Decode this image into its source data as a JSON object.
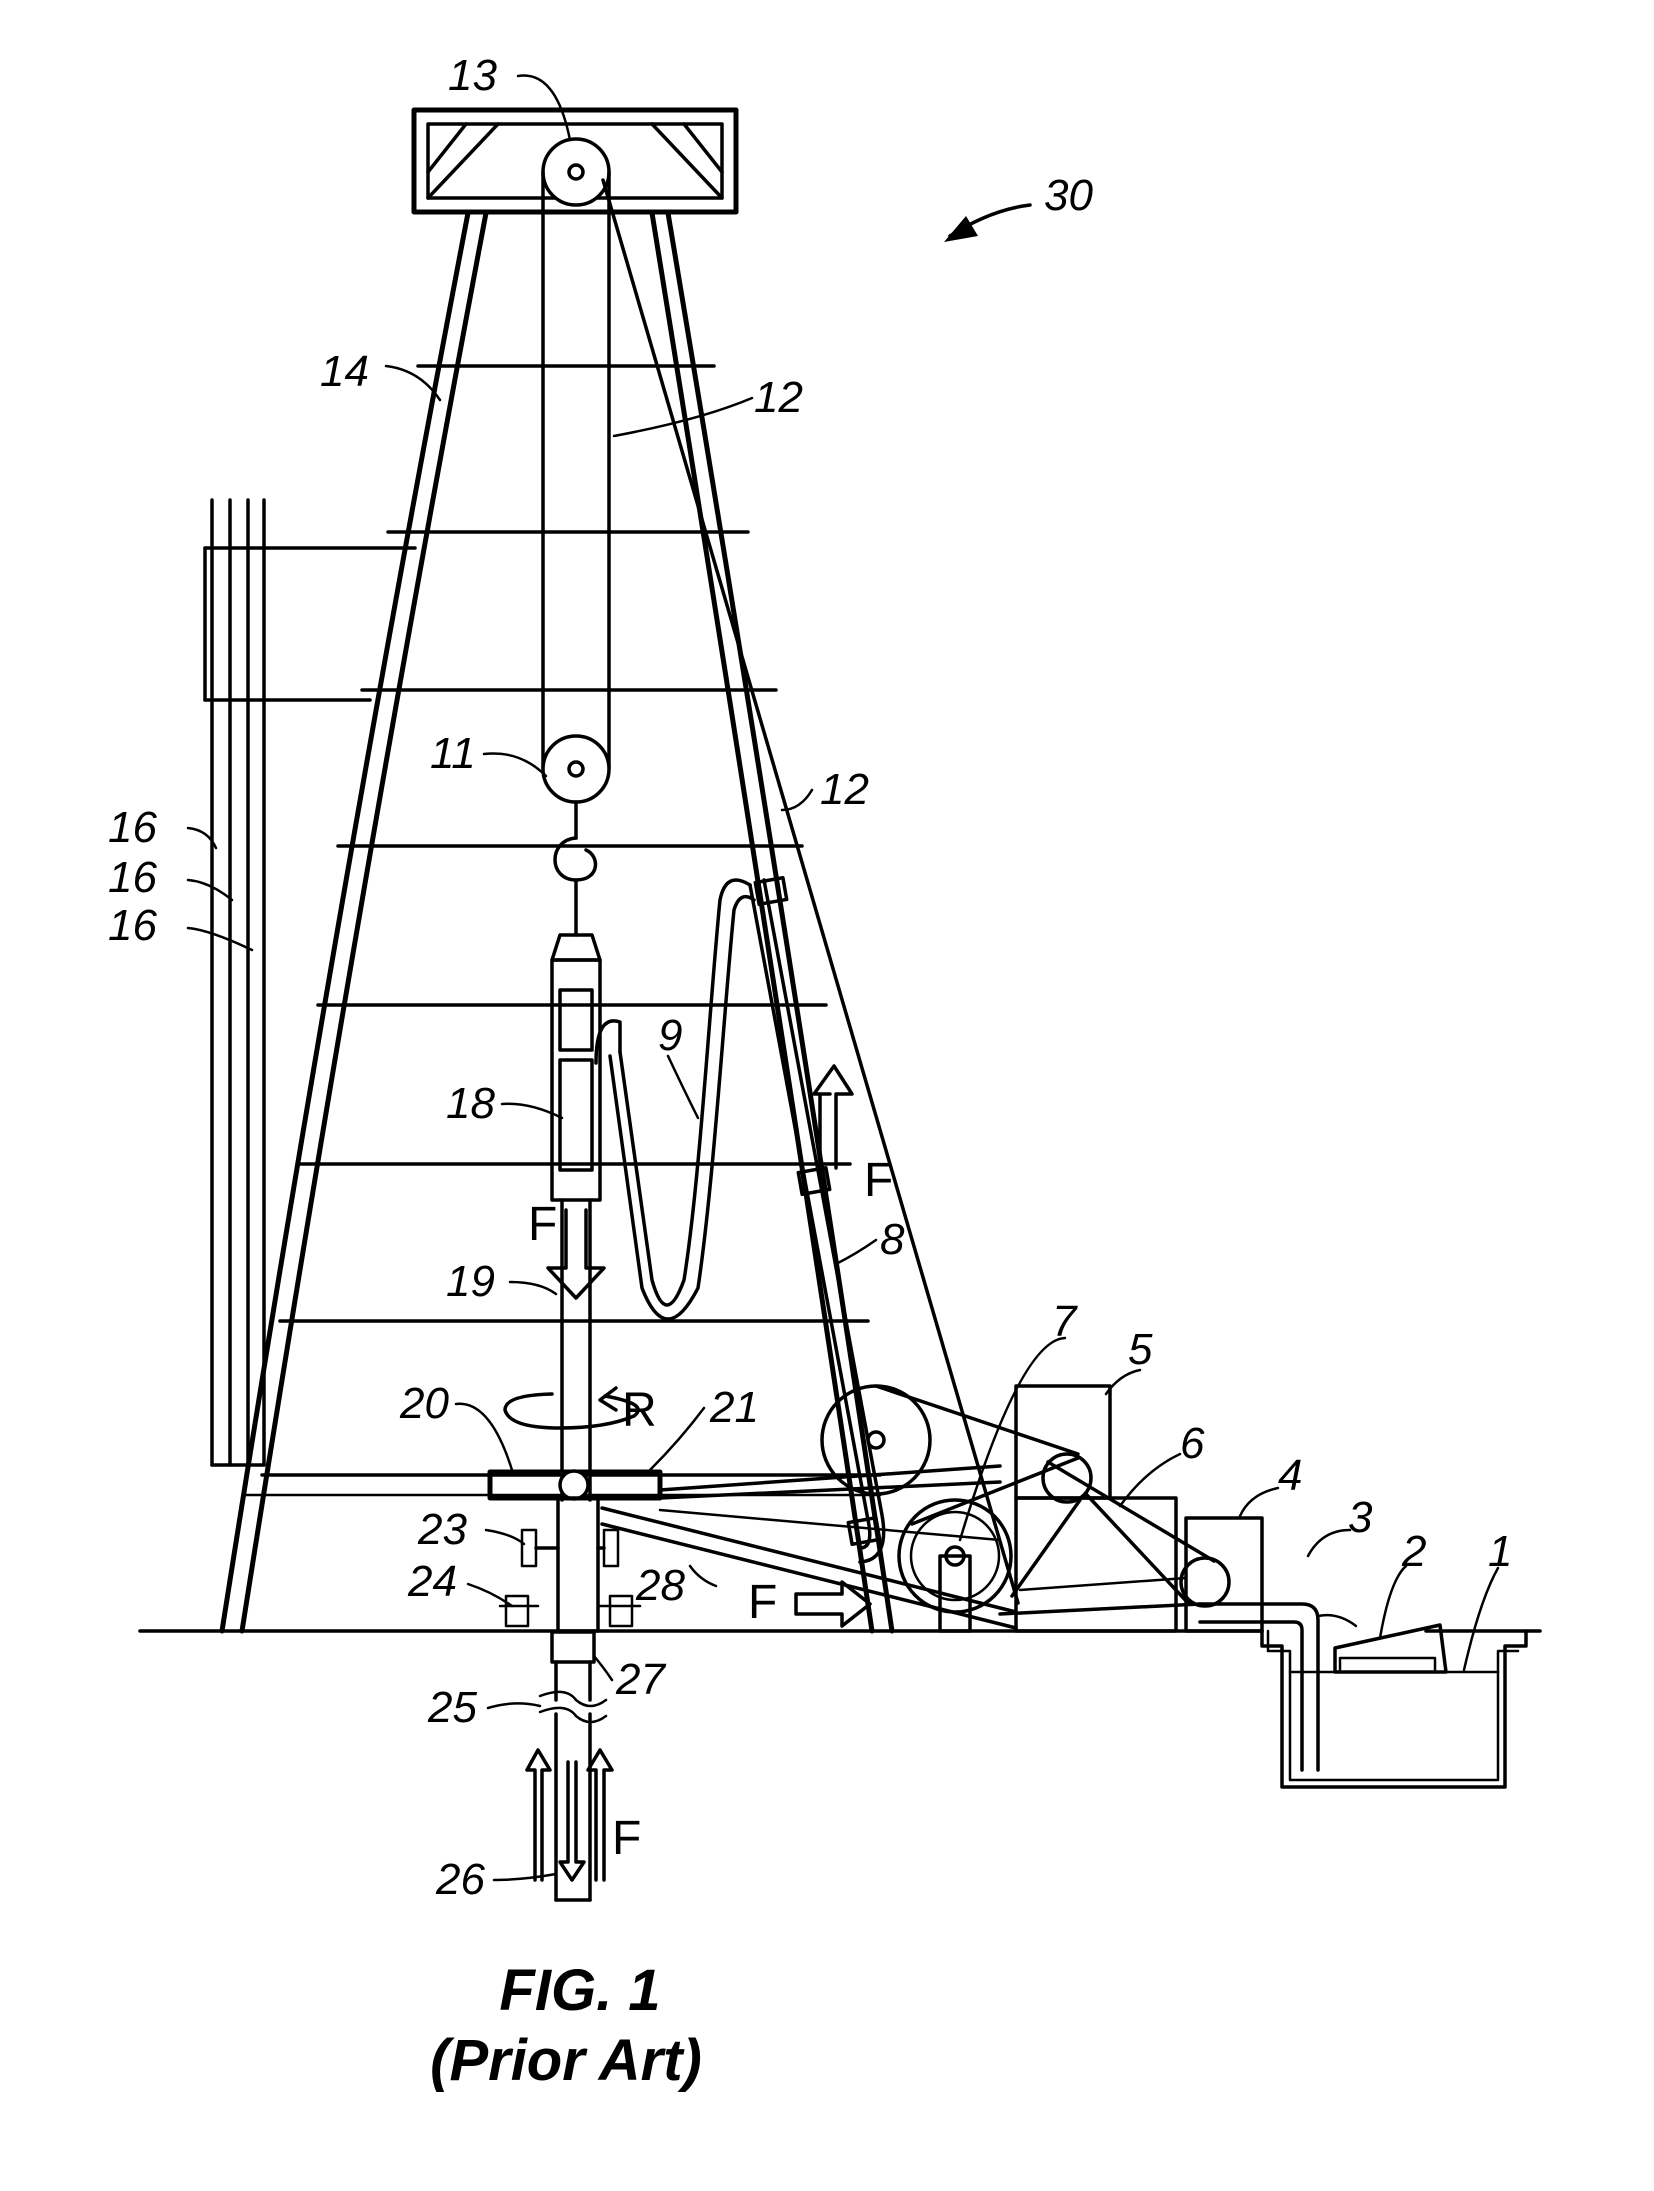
{
  "figure": {
    "caption": "FIG. 1",
    "caption_sub": "(Prior Art)",
    "assembly_label": "30"
  },
  "labels": {
    "n1": "1",
    "n2": "2",
    "n3": "3",
    "n4": "4",
    "n5": "5",
    "n6": "6",
    "n7": "7",
    "n8": "8",
    "n9": "9",
    "n11": "11",
    "n12a": "12",
    "n12b": "12",
    "n13": "13",
    "n14": "14",
    "n16a": "16",
    "n16b": "16",
    "n16c": "16",
    "n18": "18",
    "n19": "19",
    "n20": "20",
    "n21": "21",
    "n23": "23",
    "n24": "24",
    "n25": "25",
    "n26": "26",
    "n27": "27",
    "n28": "28"
  },
  "flow_letters": {
    "f_kelly": "F",
    "f_hose": "F",
    "f_pipe": "F",
    "f_well": "F",
    "r_rotation": "R"
  }
}
